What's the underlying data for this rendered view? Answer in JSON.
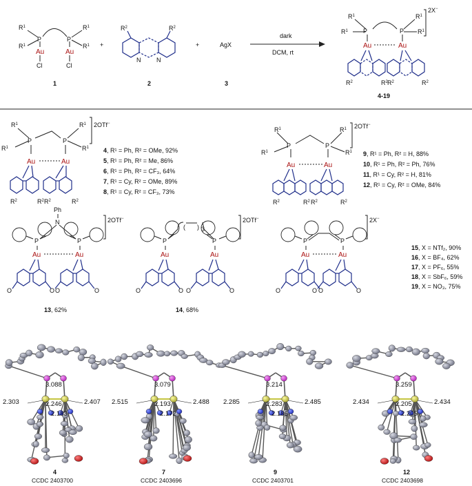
{
  "reaction": {
    "reactant_1": {
      "label": "1",
      "substituent": "R",
      "sub_index": "1",
      "metal": "Au",
      "halide": "Cl"
    },
    "reactant_2": {
      "label": "2",
      "substituent": "R",
      "sub_index": "2",
      "atom": "N"
    },
    "reactant_3": {
      "label": "3",
      "formula": "AgX"
    },
    "conditions_top": "dark",
    "conditions_bottom": "DCM, rt",
    "product": {
      "label": "4-19",
      "counterion": "2X",
      "charge": "−"
    },
    "plus": "+"
  },
  "series": [
    {
      "counterion": "2OTf",
      "charge": "−",
      "lines": [
        {
          "id": "4",
          "rest": ", R¹ = Ph, R² = OMe, 92%"
        },
        {
          "id": "5",
          "rest": ", R¹ = Ph, R² = Me, 86%"
        },
        {
          "id": "6",
          "rest": ", R¹ = Ph, R² = CF₃, 64%"
        },
        {
          "id": "7",
          "rest": ", R¹ = Cy, R² = OMe, 89%"
        },
        {
          "id": "8",
          "rest": ", R¹ = Cy, R² = CF₃, 73%"
        }
      ]
    },
    {
      "counterion": "2OTf",
      "charge": "−",
      "lines": [
        {
          "id": "9",
          "rest": ", R¹ = Ph, R² = H, 88%"
        },
        {
          "id": "10",
          "rest": ", R¹ = Ph, R² = Ph, 76%"
        },
        {
          "id": "11",
          "rest": ", R¹ = Cy, R² = H, 81%"
        },
        {
          "id": "12",
          "rest": ", R¹ = Cy, R² = OMe, 84%"
        }
      ]
    }
  ],
  "compound_13": {
    "id": "13",
    "yield": ", 62%",
    "counterion": "2OTf",
    "charge": "−",
    "n_sub": "Ph",
    "atom_n": "N"
  },
  "compound_14": {
    "id": "14",
    "yield": ", 68%",
    "counterion": "2OTf",
    "charge": "−",
    "chain_index": "3"
  },
  "series_15_19": {
    "counterion": "2X",
    "charge": "−",
    "lines": [
      {
        "id": "15",
        "rest": ", X = NTf₂, 90%"
      },
      {
        "id": "16",
        "rest": ", X = BF₄, 62%"
      },
      {
        "id": "17",
        "rest": ", X = PF₆, 55%"
      },
      {
        "id": "18",
        "rest": ", X = SbF₆, 59%"
      },
      {
        "id": "19",
        "rest": ", X = NO₃, 75%"
      }
    ]
  },
  "atoms": {
    "P": "P",
    "Au": "Au",
    "N": "N",
    "R1": "R",
    "R2": "R",
    "one": "1",
    "two": "2",
    "O": "O"
  },
  "crystal_structures": [
    {
      "id": "4",
      "ccdc": "CCDC 2403700",
      "d_top": "3.088",
      "d_left": "2.303",
      "d_mid": "2.246",
      "d_right": "2.407",
      "d_low": "2.183"
    },
    {
      "id": "7",
      "ccdc": "CCDC 2403696",
      "d_top": "3.079",
      "d_left": "2.515",
      "d_mid": "2.193",
      "d_right": "2.488",
      "d_low": "2.172"
    },
    {
      "id": "9",
      "ccdc": "CCDC 2403701",
      "d_top": "3.214",
      "d_left": "2.285",
      "d_mid": "2.283",
      "d_right": "2.485",
      "d_low": "2.186"
    },
    {
      "id": "12",
      "ccdc": "CCDC 2403698",
      "d_top": "3.259",
      "d_left": "2.434",
      "d_mid": "2.205",
      "d_right": "2.434",
      "d_low": "2.205"
    }
  ],
  "colors": {
    "bond": "#222222",
    "ligand": "#1f2e8a",
    "gold": "#aa1111",
    "au_atom": "#d8d84a",
    "p_atom": "#c22fc7",
    "n_atom": "#2233cc",
    "o_atom": "#cc2222",
    "c_atom": "#8c8fa0"
  }
}
